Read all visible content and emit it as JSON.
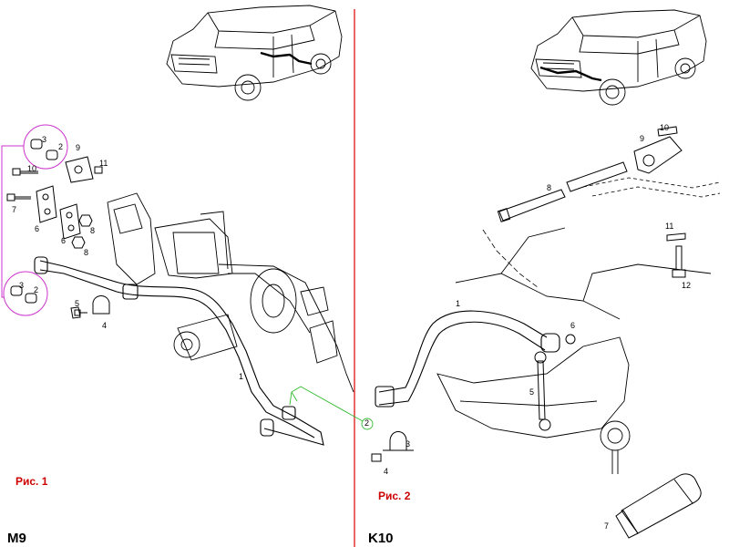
{
  "colors": {
    "divider": "#e00000",
    "callout": "#cc33cc",
    "leader": "#33bb33",
    "figure_caption": "#cc0000"
  },
  "left_panel": {
    "figure_caption": "Рис. 1",
    "model_code": "M9",
    "part_labels": [
      "1",
      "2",
      "3",
      "4",
      "5",
      "6",
      "7",
      "8",
      "9",
      "10",
      "11",
      "2",
      "3",
      "6",
      "8"
    ]
  },
  "right_panel": {
    "figure_caption": "Рис. 2",
    "model_code": "K10",
    "part_labels": [
      "1",
      "2",
      "3",
      "4",
      "5",
      "6",
      "7",
      "8",
      "9",
      "10",
      "11",
      "12"
    ]
  },
  "icons": [
    "vehicle-overview-icon",
    "stabilizer-bar-icon",
    "bushing-icon",
    "bolt-icon",
    "grease-tube-icon"
  ]
}
